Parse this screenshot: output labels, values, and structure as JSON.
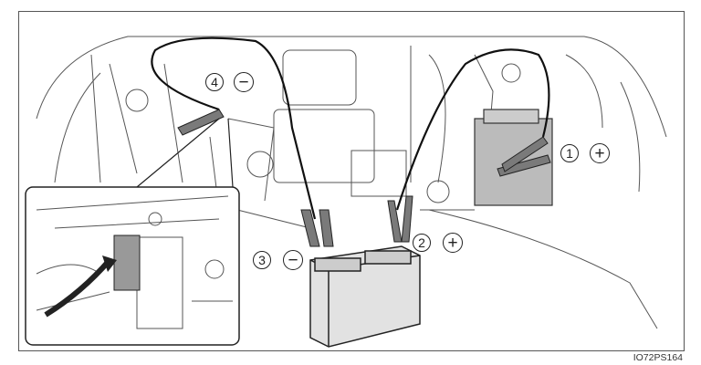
{
  "labels": [
    {
      "number": "1",
      "sign": "+"
    },
    {
      "number": "2",
      "sign": "+"
    },
    {
      "number": "3",
      "sign": "−"
    },
    {
      "number": "4",
      "sign": "−"
    }
  ],
  "figure_code": "IO72PS164",
  "colors": {
    "line": "#222222",
    "shade": "#9a9a9a",
    "clamp": "#7a7a7a"
  }
}
